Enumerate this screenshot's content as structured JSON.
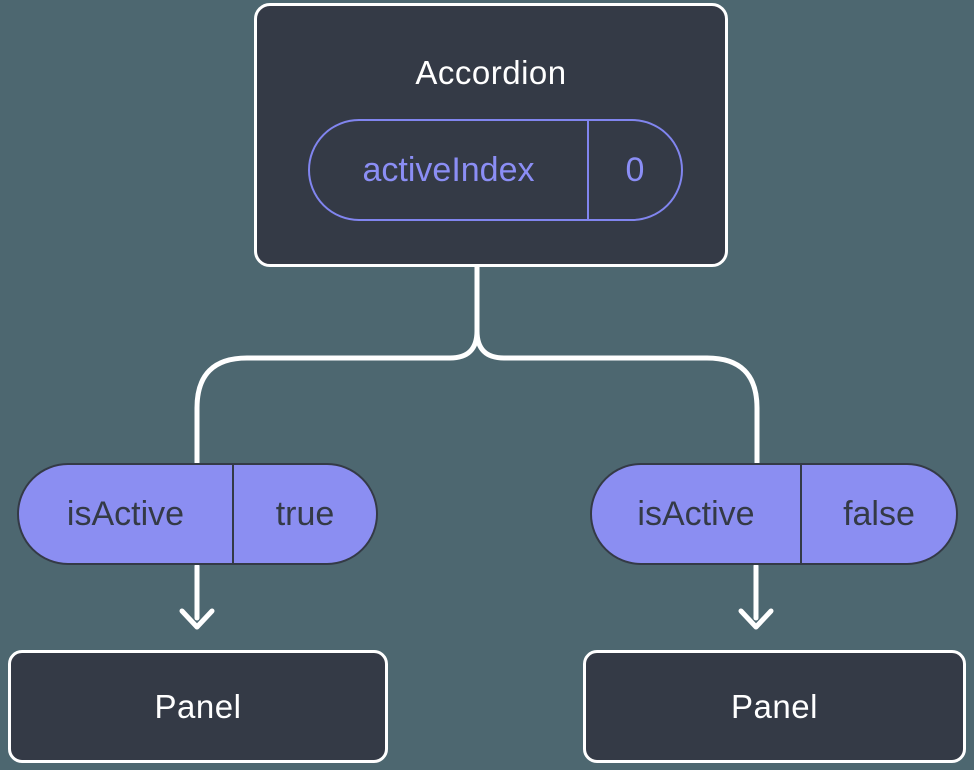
{
  "diagram": {
    "description": "Component tree diagram: Accordion parent passing isActive state to two Panel children",
    "colors": {
      "background": "#4d6770",
      "node_fill": "#343a46",
      "node_border": "#ffffff",
      "pill_fill": "#8b8ef2",
      "pill_outline": "#8185ef",
      "pill_outline_text": "#8b8ef5",
      "pill_dark_text": "#343a46",
      "connector": "#ffffff"
    },
    "root": {
      "title": "Accordion",
      "prop_name": "activeIndex",
      "prop_value": "0"
    },
    "children": [
      {
        "prop_name": "isActive",
        "prop_value": "true",
        "title": "Panel"
      },
      {
        "prop_name": "isActive",
        "prop_value": "false",
        "title": "Panel"
      }
    ]
  }
}
